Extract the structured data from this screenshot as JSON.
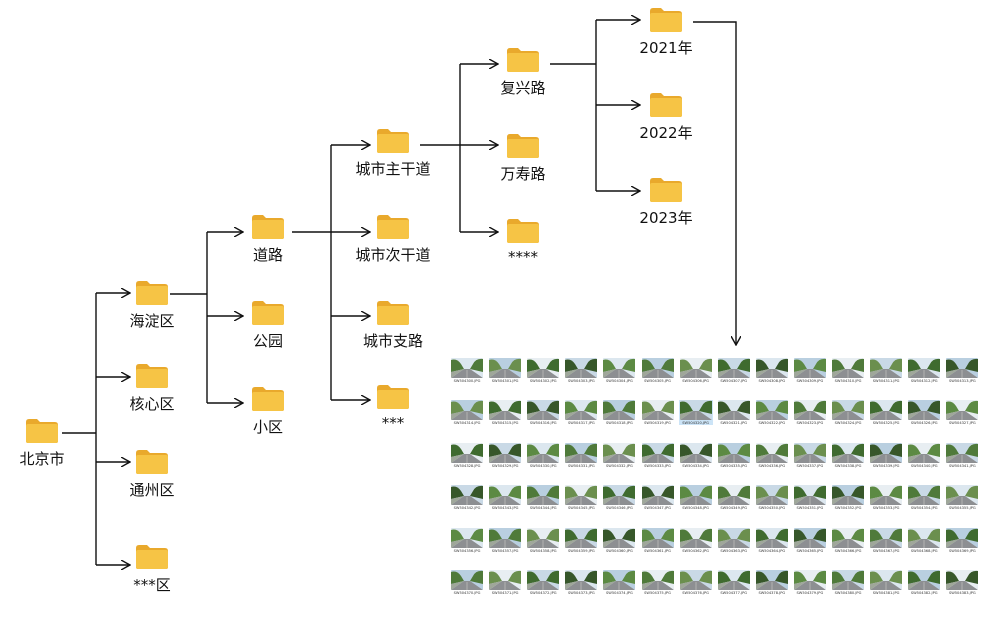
{
  "tree": {
    "root": "北京市",
    "districts": [
      "海淀区",
      "核心区",
      "通州区",
      "***区"
    ],
    "categories": [
      "道路",
      "公园",
      "小区"
    ],
    "road_levels": [
      "城市主干道",
      "城市次干道",
      "城市支路",
      "***"
    ],
    "roads": [
      "复兴路",
      "万寿路",
      "****"
    ],
    "years": [
      "2021年",
      "2022年",
      "2023年"
    ]
  },
  "images": {
    "files": [
      "SW504300.JPG",
      "SW504301.JPG",
      "SW504302.JPG",
      "SW504303.JPG",
      "SW504304.JPG",
      "SW504305.JPG",
      "SW504306.JPG",
      "SW504307.JPG",
      "SW504308.JPG",
      "SW504309.JPG",
      "SW504310.JPG",
      "SW504311.JPG",
      "SW504312.JPG",
      "SW504313.JPG",
      "SW504314.JPG",
      "SW504315.JPG",
      "SW504316.JPG",
      "SW504317.JPG",
      "SW504318.JPG",
      "SW504319.JPG",
      "SW504320.JPG",
      "SW504321.JPG",
      "SW504322.JPG",
      "SW504323.JPG",
      "SW504324.JPG",
      "SW504325.JPG",
      "SW504326.JPG",
      "SW504327.JPG",
      "SW504328.JPG",
      "SW504329.JPG",
      "SW504330.JPG",
      "SW504331.JPG",
      "SW504332.JPG",
      "SW504333.JPG",
      "SW504334.JPG",
      "SW504335.JPG",
      "SW504336.JPG",
      "SW504337.JPG",
      "SW504338.JPG",
      "SW504339.JPG",
      "SW504340.JPG",
      "SW504341.JPG",
      "SW504342.JPG",
      "SW504343.JPG",
      "SW504344.JPG",
      "SW504345.JPG",
      "SW504346.JPG",
      "SW504347.JPG",
      "SW504348.JPG",
      "SW504349.JPG",
      "SW504350.JPG",
      "SW504351.JPG",
      "SW504352.JPG",
      "SW504353.JPG",
      "SW504354.JPG",
      "SW504355.JPG",
      "SW504356.JPG",
      "SW504357.JPG",
      "SW504358.JPG",
      "SW504359.JPG",
      "SW504360.JPG",
      "SW504361.JPG",
      "SW504362.JPG",
      "SW504363.JPG",
      "SW504364.JPG",
      "SW504365.JPG",
      "SW504366.JPG",
      "SW504367.JPG",
      "SW504368.JPG",
      "SW504369.JPG",
      "SW504370.JPG",
      "SW504371.JPG",
      "SW504372.JPG",
      "SW504373.JPG",
      "SW504374.JPG",
      "SW504375.JPG",
      "SW504376.JPG",
      "SW504377.JPG",
      "SW504378.JPG",
      "SW504379.JPG",
      "SW504380.JPG",
      "SW504381.JPG",
      "SW504382.JPG",
      "SW504383.JPG"
    ],
    "selected": "SW504320.JPG"
  },
  "colors": {
    "folder": "#f6c445",
    "folder_tab": "#e9a92c",
    "line": "#111111",
    "selected_bg": "#cce4f7"
  },
  "icons": {
    "folder": "folder-icon"
  }
}
